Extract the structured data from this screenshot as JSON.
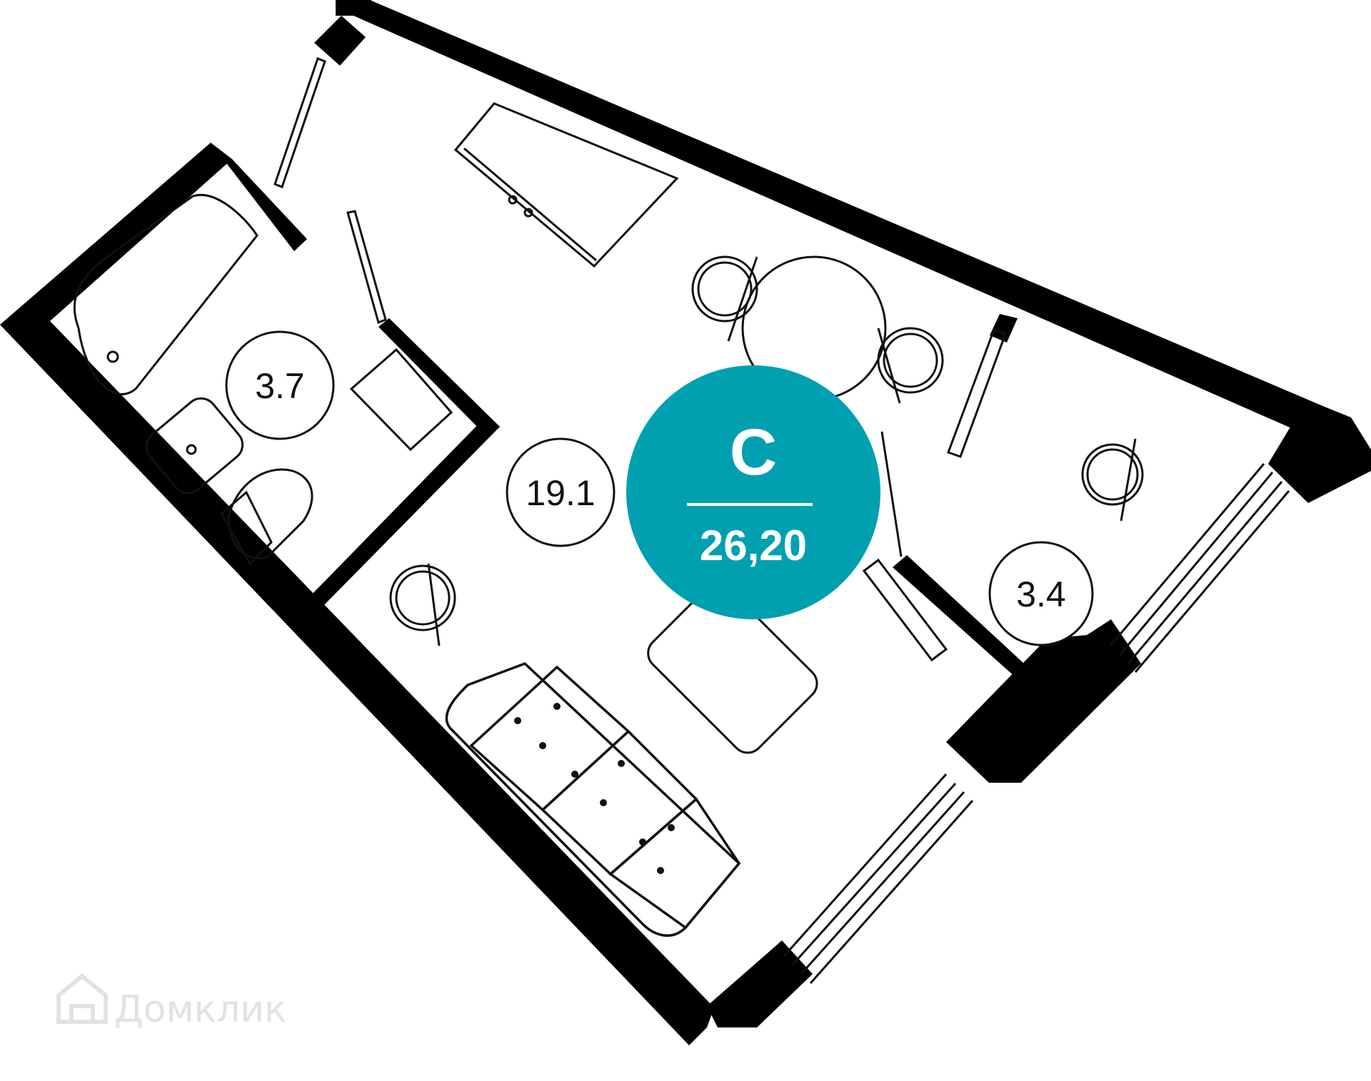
{
  "plan": {
    "unit_type": "С",
    "total_area": "26,20",
    "rooms": [
      {
        "id": "bathroom",
        "area": "3.7"
      },
      {
        "id": "main-room",
        "area": "19.1"
      },
      {
        "id": "balcony",
        "area": "3.4"
      }
    ]
  },
  "watermark": {
    "text": "Домклик"
  },
  "colors": {
    "wall": "#000000",
    "line": "#111111",
    "badge": "#00a0b0",
    "badge_text": "#ffffff",
    "watermark": "#e2e2e2"
  }
}
